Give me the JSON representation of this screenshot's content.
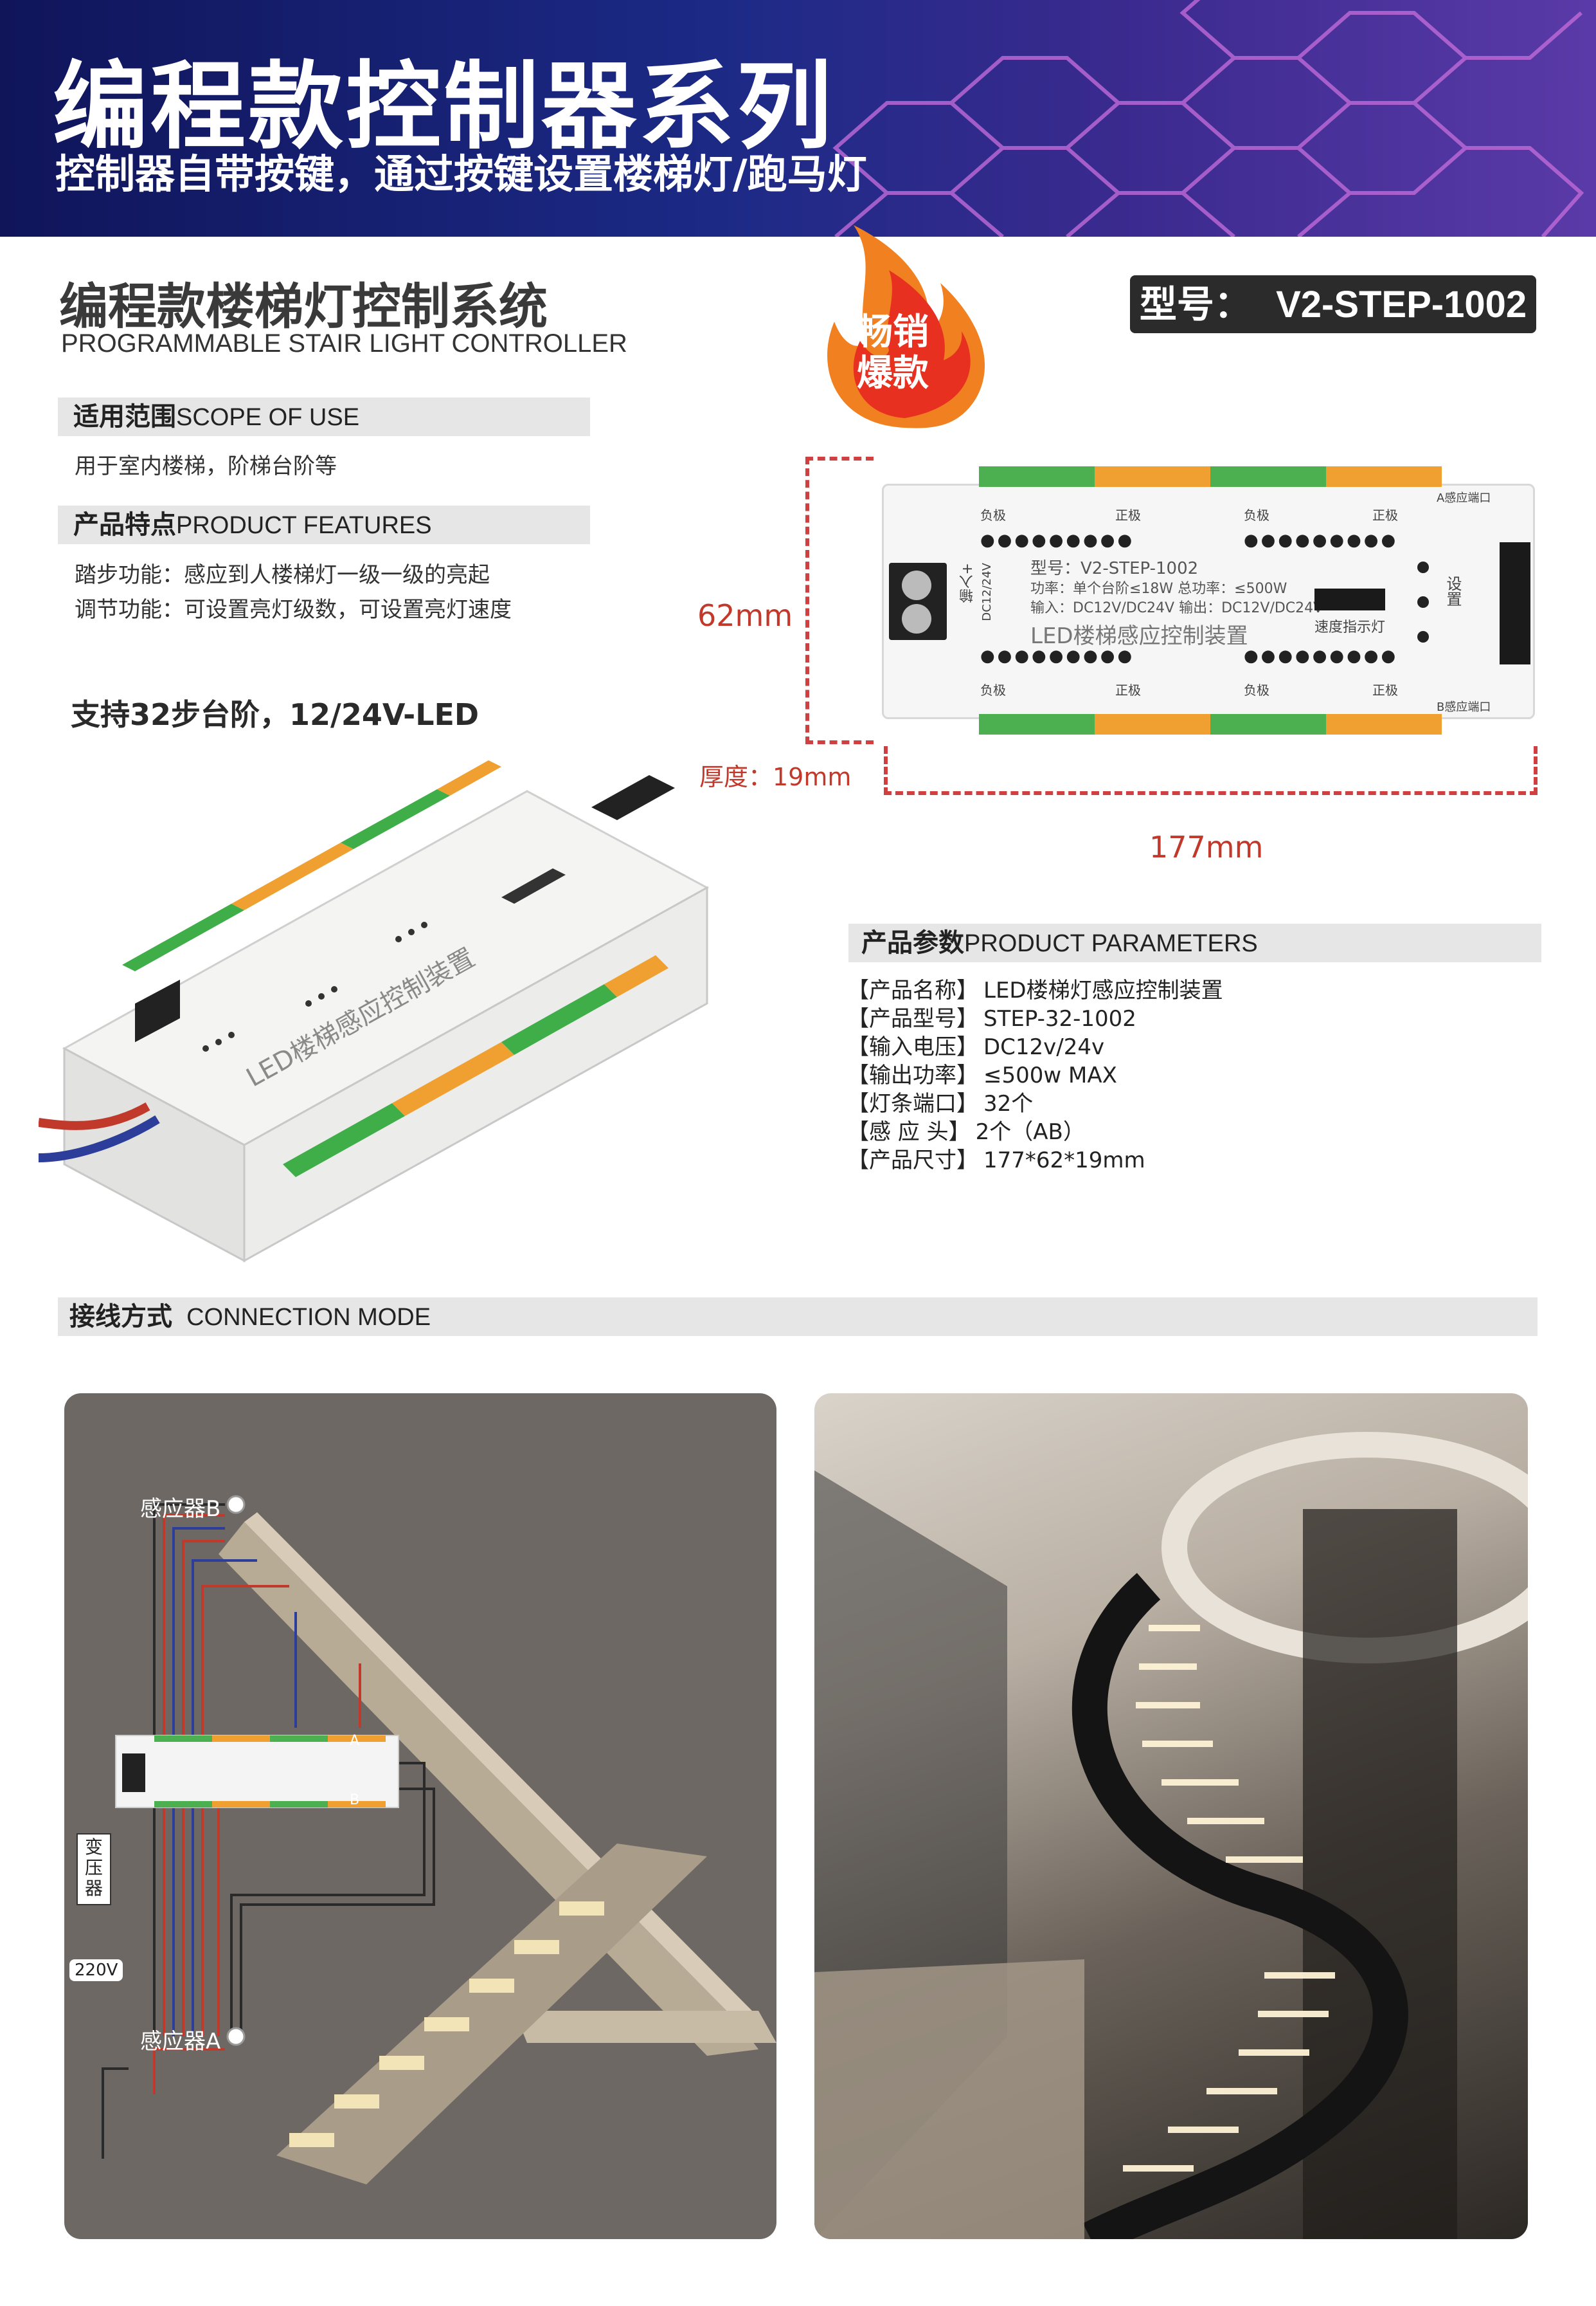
{
  "header": {
    "title": "编程款控制器系列",
    "subtitle": "控制器自带按键，通过按键设置楼梯灯/跑马灯"
  },
  "product": {
    "title_cn": "编程款楼梯灯控制系统",
    "title_en": "PROGRAMMABLE STAIR LIGHT CONTROLLER",
    "model_label": "型号：",
    "model_value": "V2-STEP-1002",
    "hot_badge": [
      "畅销",
      "爆款"
    ]
  },
  "scope": {
    "heading_cn": "适用范围",
    "heading_en": "SCOPE OF USE",
    "text": "用于室内楼梯，阶梯台阶等"
  },
  "features": {
    "heading_cn": "产品特点",
    "heading_en": "PRODUCT FEATURES",
    "items": [
      "踏步功能：感应到人楼梯灯一级一级的亮起",
      "调节功能：可设置亮灯级数，可设置亮灯速度"
    ]
  },
  "support": "支持32步台阶，12/24V-LED",
  "device_label": {
    "line1": "型号：V2-STEP-1002",
    "line2": "功率：单个台阶≤18W 总功率：≤500W",
    "line3": "输入：DC12V/DC24V  输出：DC12V/DC24V",
    "line4": "LED楼梯感应控制装置",
    "speed": "速度指示灯",
    "b_port": "B感应端口",
    "a_port": "A感应端口",
    "neg": "负极",
    "pos": "正极",
    "input": "输入+",
    "voltage": "DC12/24V",
    "set": "设置"
  },
  "dimensions": {
    "height": "62mm",
    "thickness": "厚度：19mm",
    "width": "177mm"
  },
  "parameters": {
    "heading_cn": "产品参数",
    "heading_en": "PRODUCT PARAMETERS",
    "rows": [
      {
        "label": "【产品名称】",
        "value": "LED楼梯灯感应控制装置"
      },
      {
        "label": "【产品型号】",
        "value": "STEP-32-1002"
      },
      {
        "label": "【输入电压】",
        "value": "DC12v/24v"
      },
      {
        "label": "【输出功率】",
        "value": "≤500w   MAX"
      },
      {
        "label": "【灯条端口】",
        "value": "32个"
      },
      {
        "label": "【感 应 头】",
        "value": "2个（AB）"
      },
      {
        "label": "【产品尺寸】",
        "value": "177*62*19mm"
      }
    ]
  },
  "connection": {
    "heading_cn": "接线方式",
    "heading_en": "CONNECTION MODE",
    "sensor_b": "感应器B",
    "sensor_a": "感应器A",
    "transformer": "变压器",
    "voltage": "220V",
    "port_a": "A",
    "port_b": "B"
  },
  "colors": {
    "header_bg": "#1c2a86",
    "accent_red": "#c0392b",
    "terminal_green": "#4caf50",
    "terminal_orange": "#f0a030",
    "bar_gray": "#e6e6e6"
  }
}
